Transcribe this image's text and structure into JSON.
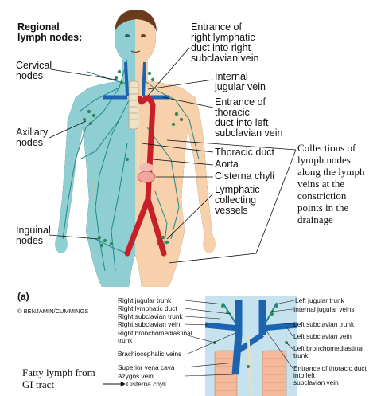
{
  "panel_a": {
    "title": "Regional\nlymph nodes:",
    "left_labels": {
      "cervical": "Cervical\nnodes",
      "axillary": "Axillary\nnodes",
      "inguinal": "Inguinal\nnodes"
    },
    "right_labels": {
      "entrance_right": "Entrance of\nright lymphatic\nduct into right\nsubclavian vein",
      "internal_jugular": "Internal\njugular vein",
      "entrance_thoracic": "Entrance of\nthoracic\nduct into left\nsubclavian vein",
      "thoracic_duct": "Thoracic duct",
      "aorta": "Aorta",
      "cisterna_chyli": "Cisterna chyli",
      "lymphatic_vessels": "Lymphatic\ncollecting\nvessels"
    },
    "annotation": "Collections of\nlymph nodes\nalong the lymph\nveins at the\nconstriction\npoints in the\ndrainage",
    "panel_letter": "(a)",
    "copyright": "© BENJAMIN/CUMMINGS",
    "colors": {
      "lymph_side": "#8fcfd4",
      "skin_side": "#f6d1ab",
      "artery": "#c8202a",
      "vein": "#1c64b0",
      "lymph_vessel": "#1e8a8a",
      "hair": "#6a3b1f"
    }
  },
  "panel_b": {
    "left_labels": [
      "Right jugular trunk",
      "Right lymphatic duct",
      "Right subclavian trunk",
      "Right subclavian vein",
      "Right bronchomediastinal\ntrunk",
      "Brachiocephalic veins",
      "Superior vena cava",
      "Azygos vein",
      "Cisterna chyli"
    ],
    "right_labels": [
      "Left jugular trunk",
      "Internal jugular veins",
      "Left subclavian trunk",
      "Left subclavian vein",
      "Left bronchomediastinal\ntrunk",
      "Entrance of thoracic duct\ninto left\nsubclavian vein"
    ],
    "annotation": "Fatty lymph from\nGI tract"
  }
}
